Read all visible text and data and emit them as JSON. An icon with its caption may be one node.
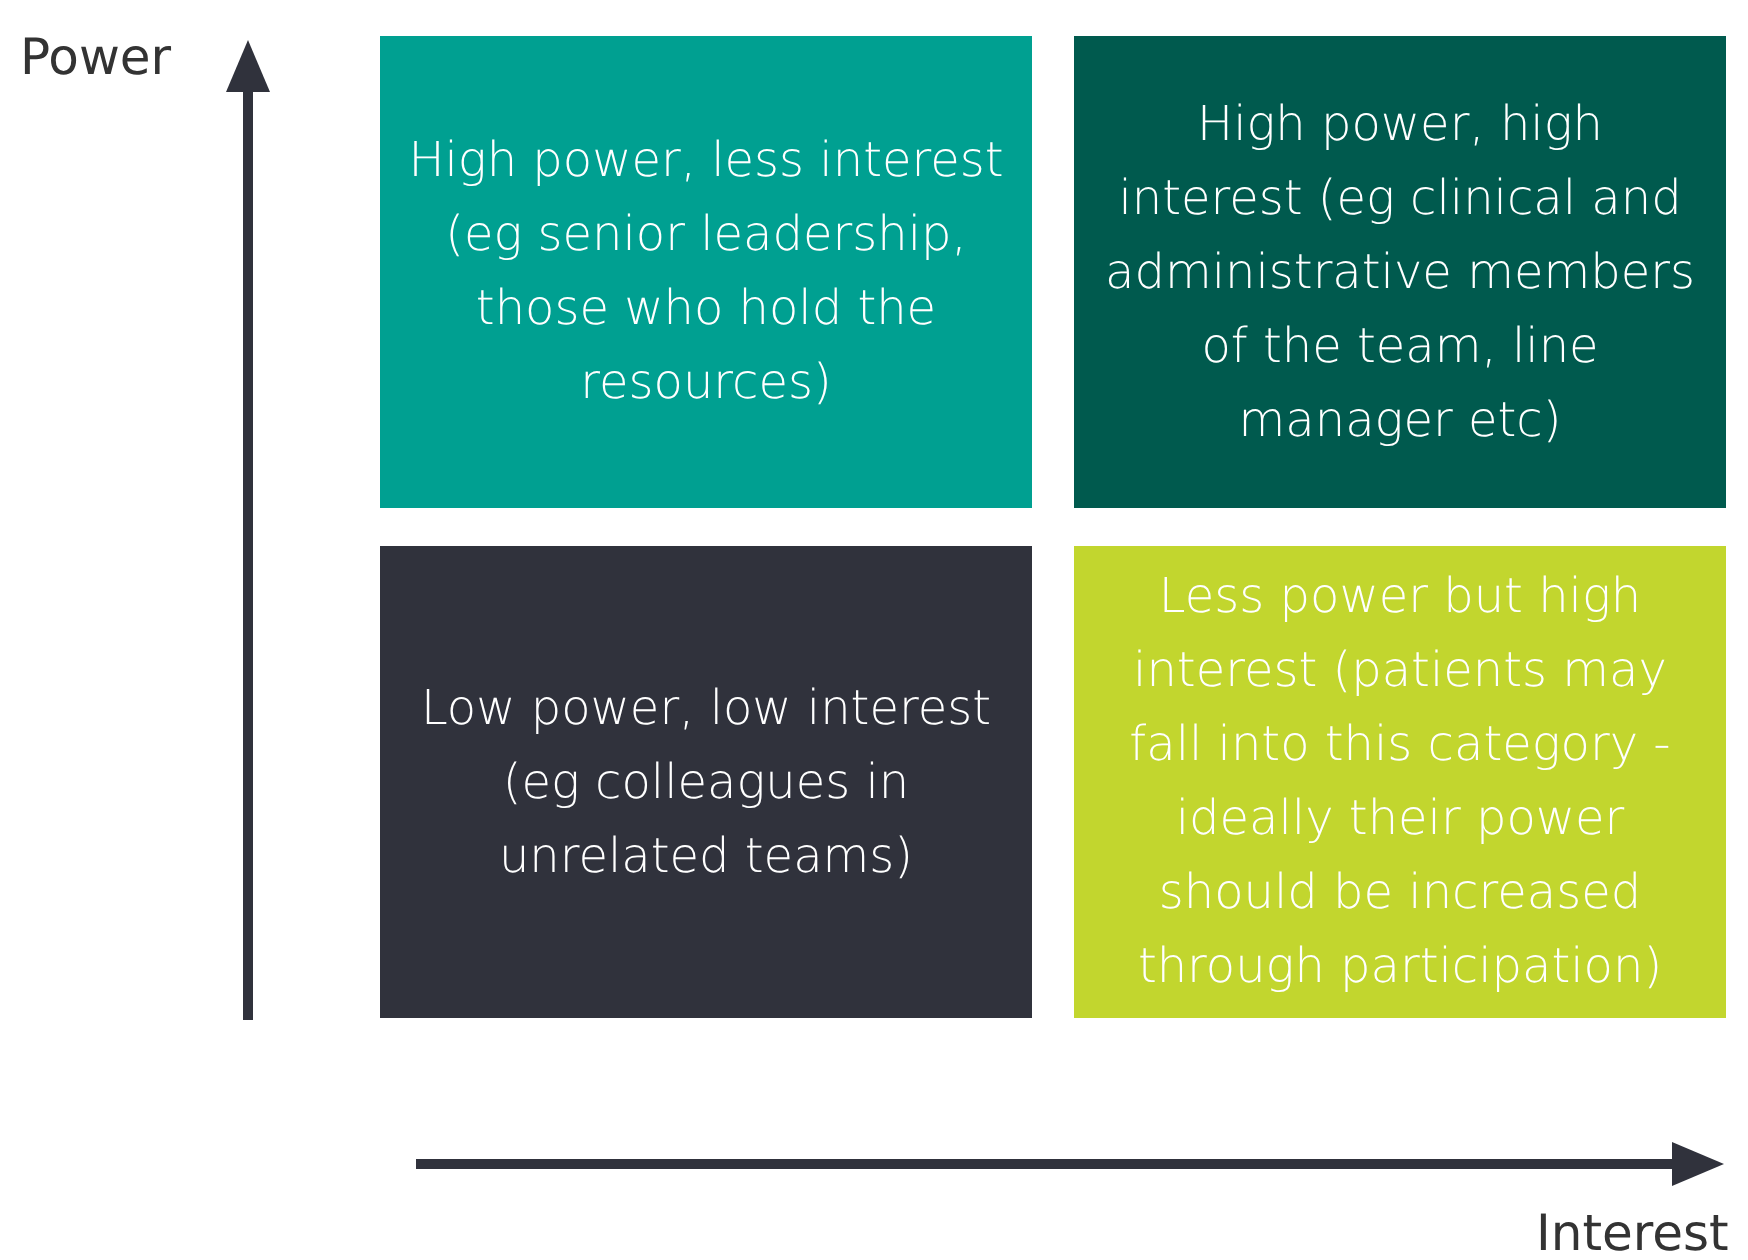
{
  "diagram": {
    "nodes": [
      {
        "text": [
          "High power, less interest (eg senior leadership, those who hold the resources)"
        ]
      },
      {
        "text": [
          "High power, high interest (eg clinical and administrative members of the team, line manager etc)"
        ]
      },
      {
        "text": [
          "Low power, low interest (eg colleagues in unrelated teams)"
        ]
      },
      {
        "text": [
          "Less power but high interest (patients may fall into this category - ideally their power should be increased through participation)"
        ]
      }
    ],
    "edges": [],
    "labels": [
      "Power",
      "Interest"
    ]
  }
}
